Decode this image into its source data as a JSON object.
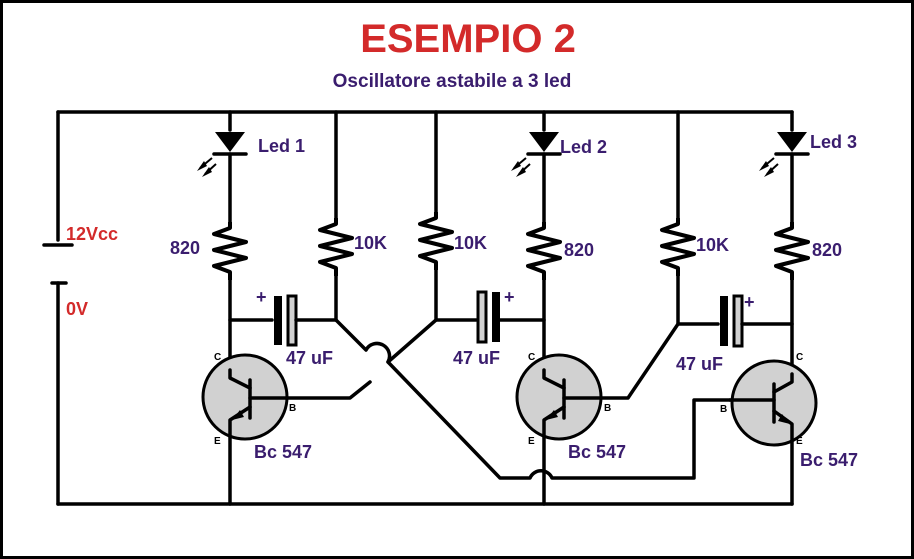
{
  "title": "ESEMPIO 2",
  "subtitle": "Oscillatore astabile a 3 led",
  "supply": {
    "positive": "12Vcc",
    "negative": "0V"
  },
  "leds": [
    "Led 1",
    "Led 2",
    "Led 3"
  ],
  "collector_resistors": [
    "820",
    "820",
    "820"
  ],
  "base_resistors": [
    "10K",
    "10K",
    "10K"
  ],
  "capacitors": [
    "47 uF",
    "47 uF",
    "47 uF"
  ],
  "capacitor_polarity": "+",
  "transistors": [
    "Bc 547",
    "Bc 547",
    "Bc 547"
  ],
  "pins": {
    "collector": "C",
    "base": "B",
    "emitter": "E"
  },
  "colors": {
    "title": "#d32a2a",
    "labels": "#3a1d6e",
    "transistor_fill": "#d1d1d1"
  }
}
